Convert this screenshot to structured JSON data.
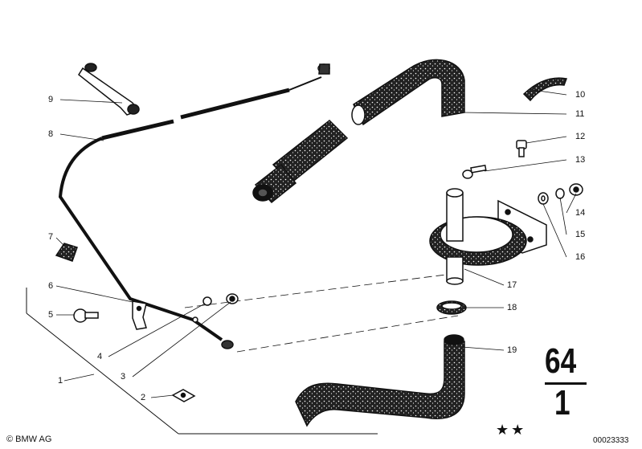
{
  "callouts": [
    "1",
    "2",
    "3",
    "4",
    "5",
    "6",
    "7",
    "8",
    "9",
    "10",
    "11",
    "12",
    "13",
    "14",
    "15",
    "16",
    "17",
    "18",
    "19"
  ],
  "group": {
    "main": "64",
    "sub": "1"
  },
  "footer": {
    "copyright": "© BMW AG",
    "stars": "★★",
    "doc_id": "00023333"
  },
  "colors": {
    "ink": "#111111",
    "background": "#ffffff"
  }
}
